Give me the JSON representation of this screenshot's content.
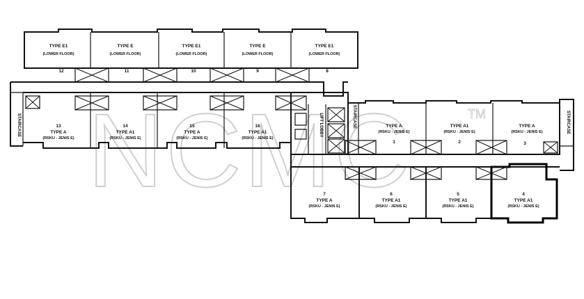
{
  "units": {
    "u12": {
      "type": "TYPE E1",
      "floor": "(LOWER FLOOR)",
      "no": "12"
    },
    "u11": {
      "type": "TYPE E",
      "floor": "(LOWER FLOOR)",
      "no": "11"
    },
    "u10": {
      "type": "TYPE E1",
      "floor": "(LOWER FLOOR)",
      "no": "10"
    },
    "u9": {
      "type": "TYPE E",
      "floor": "(LOWER FLOOR)",
      "no": "9"
    },
    "u8": {
      "type": "TYPE E1",
      "floor": "(LOWER FLOOR)",
      "no": "8"
    },
    "u13": {
      "no": "13",
      "type": "TYPE A",
      "sub": "(RSKU - JENIS E)"
    },
    "u14": {
      "no": "14",
      "type": "TYPE A1",
      "sub": "(RSKU - JENIS E)"
    },
    "u15": {
      "no": "15",
      "type": "TYPE A",
      "sub": "(RSKU - JENIS E)"
    },
    "u16": {
      "no": "16",
      "type": "TYPE A1",
      "sub": "(RSKU - JENIS E)"
    },
    "u1": {
      "no": "1",
      "type": "TYPE A",
      "sub": "(RSKU - JENIS E)"
    },
    "u2": {
      "no": "2",
      "type": "TYPE A1",
      "sub": "(RSKU - JENIS E)"
    },
    "u3": {
      "no": "3",
      "type": "TYPE A",
      "sub": "(RSKU - JENIS E)"
    },
    "u7": {
      "no": "7",
      "type": "TYPE A",
      "sub": "(RSKU - JENIS E)"
    },
    "u6": {
      "no": "6",
      "type": "TYPE A1",
      "sub": "(RSKU - JENIS E)"
    },
    "u5": {
      "no": "5",
      "type": "TYPE A1",
      "sub": "(RSKU - JENIS E)"
    },
    "u4": {
      "no": "4",
      "type": "TYPE A1",
      "sub": "(RSKU - JENIS E)"
    }
  },
  "labels": {
    "staircase": "STAIRCASE",
    "lift_lobby": "LIFT LOBBY"
  },
  "watermark": {
    "text": "NCMC",
    "mark": "TM"
  }
}
